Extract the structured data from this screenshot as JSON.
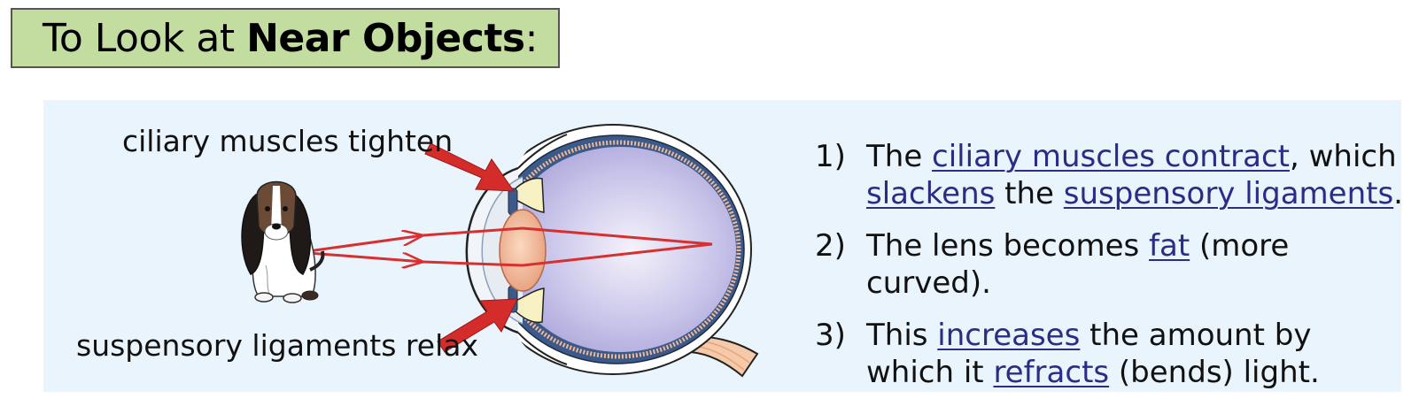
{
  "title": {
    "normal": "To Look at ",
    "bold": "Near Objects",
    "suffix": ":"
  },
  "diagram": {
    "label_top": "ciliary muscles tighten",
    "label_bottom": "suspensory ligaments relax",
    "colors": {
      "arrow": "#d42b2b",
      "ray": "#d63030",
      "title_bg": "#c3dca0",
      "panel_bg": "#e9f4fc",
      "keyword": "#2a2c86"
    }
  },
  "points": [
    {
      "num": "1)",
      "t1": "The ",
      "k1": "ciliary muscles contract",
      "t2": ", which ",
      "k2": "slackens",
      "t3": " the ",
      "k3": "suspensory ligaments",
      "t4": "."
    },
    {
      "num": "2)",
      "t1": "The lens becomes ",
      "k1": "fat",
      "t2": " (more curved)."
    },
    {
      "num": "3)",
      "t1": "This ",
      "k1": "increases",
      "t2": " the amount by which it ",
      "k2": "refracts",
      "t3": " (bends) light."
    }
  ]
}
